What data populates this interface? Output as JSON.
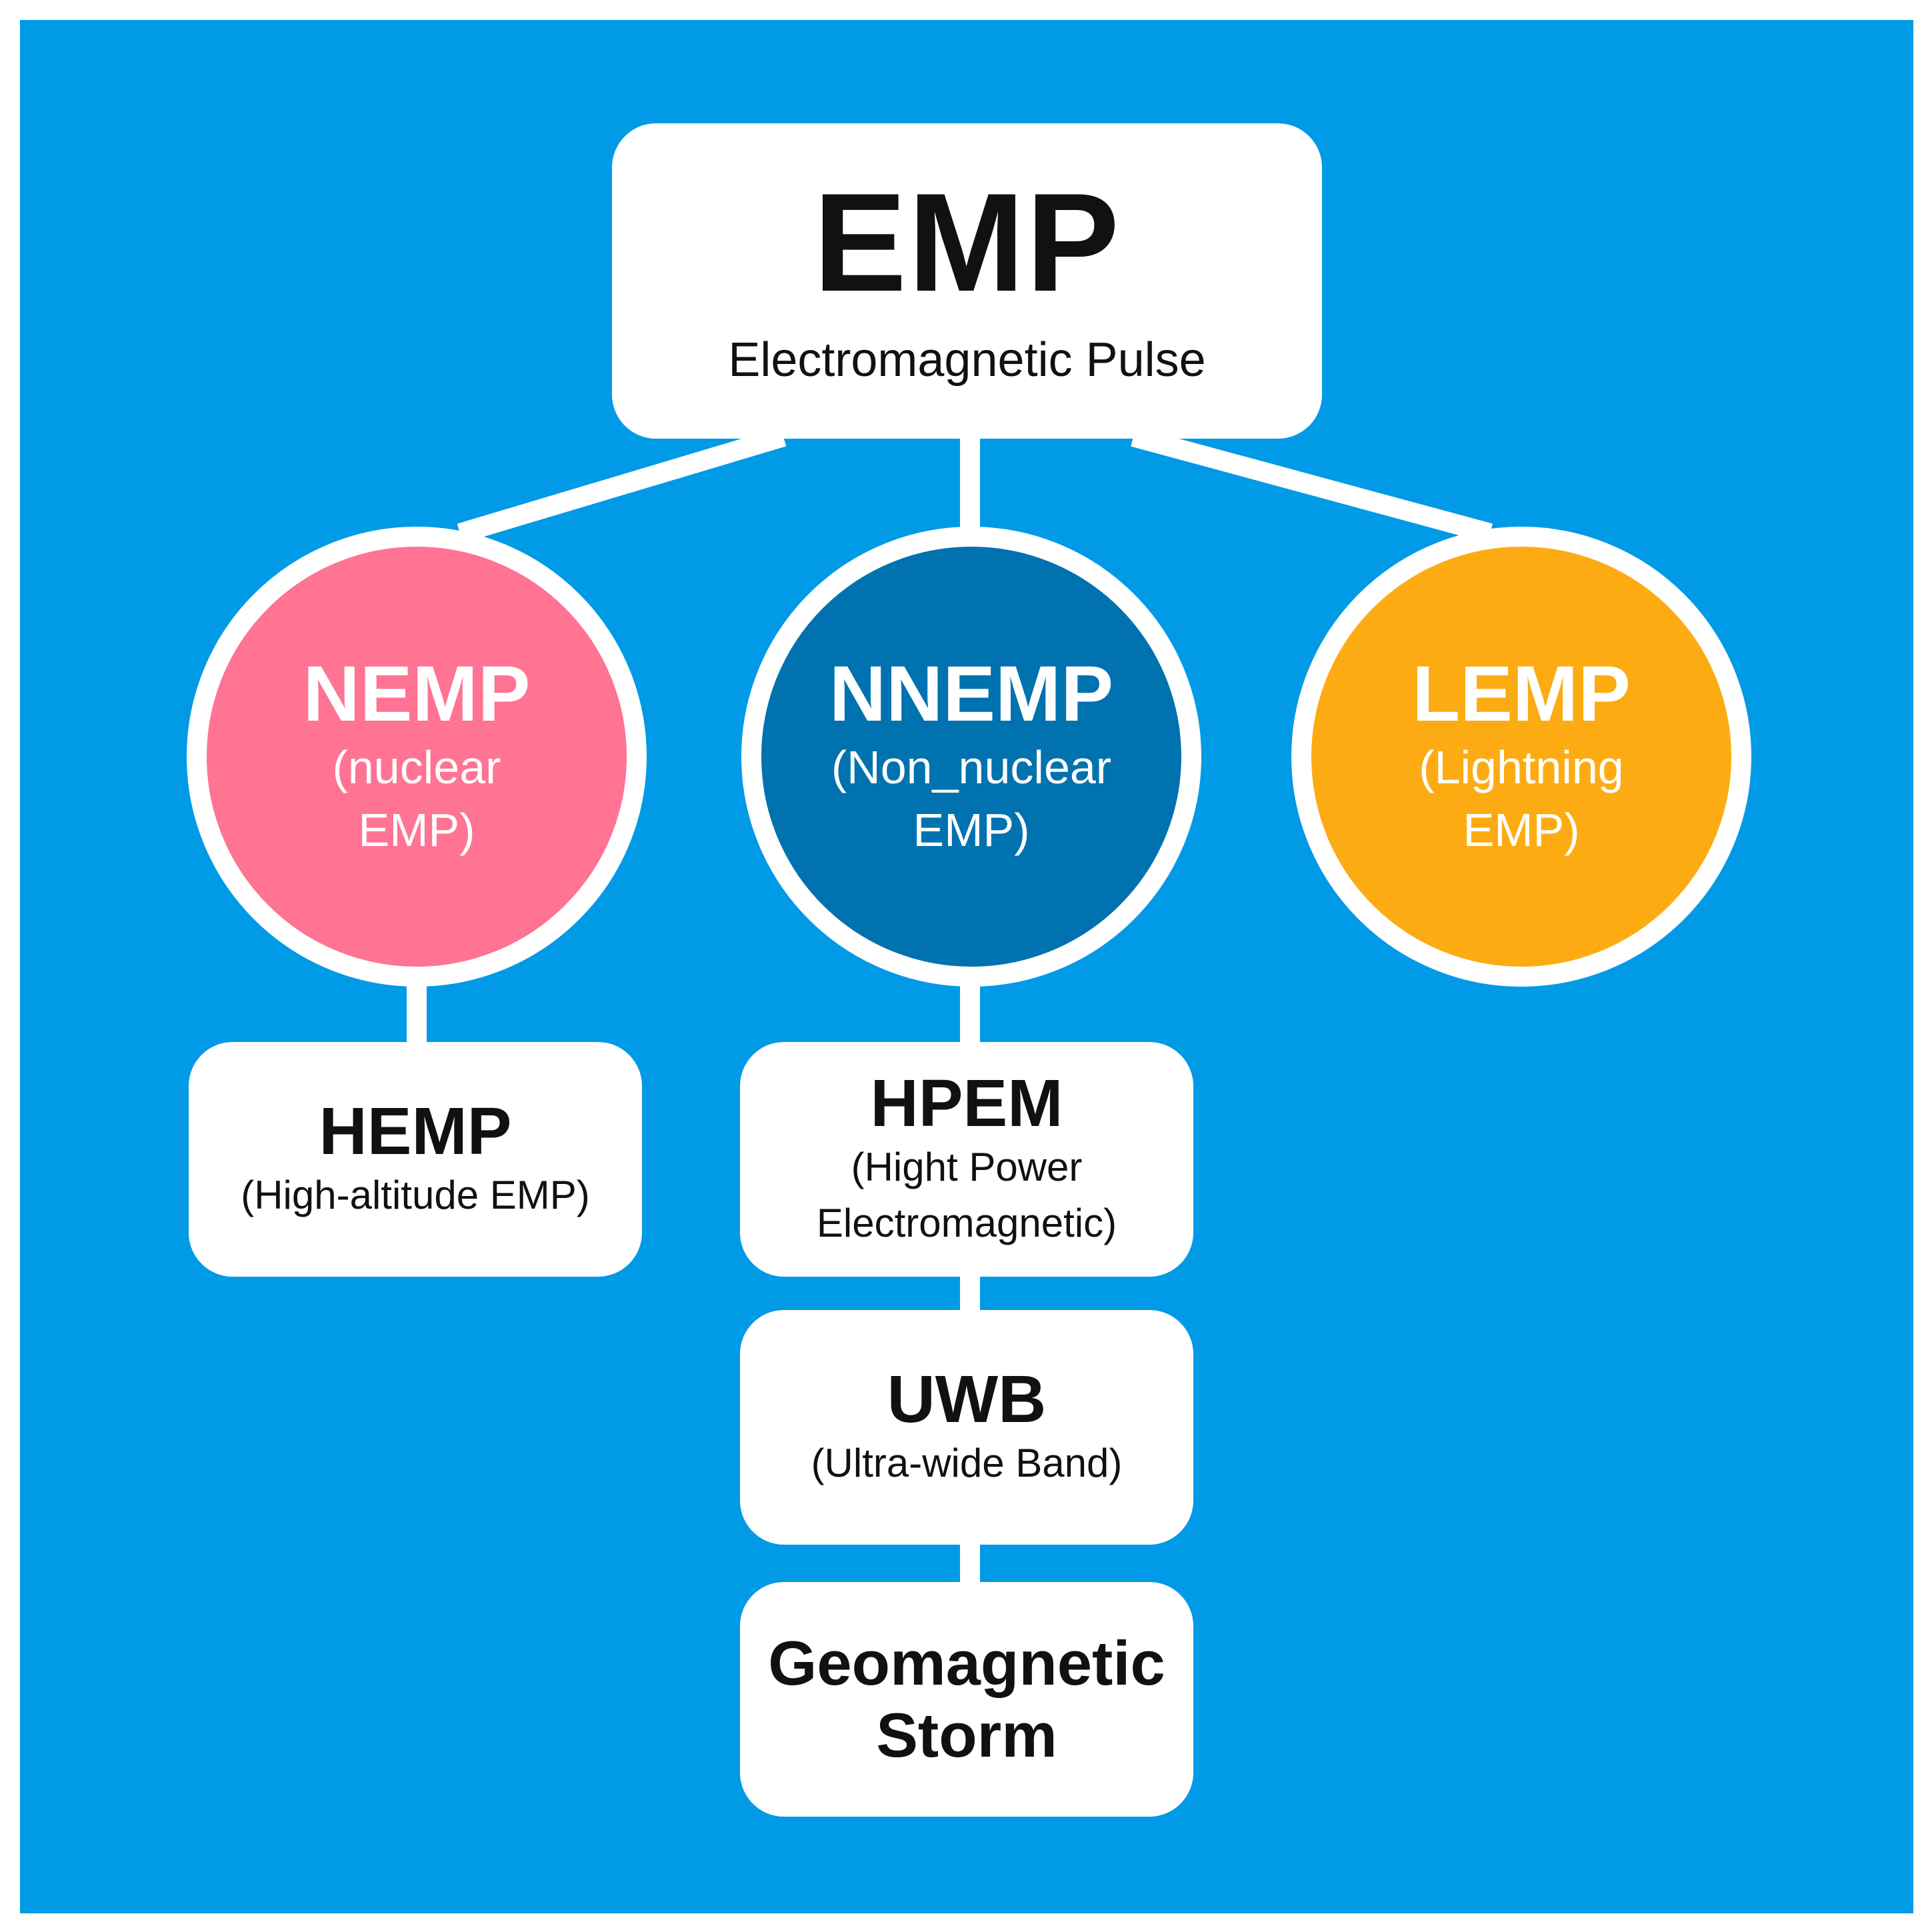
{
  "root": {
    "title": "EMP",
    "subtitle": "Electromagnetic Pulse"
  },
  "categories": [
    {
      "title": "NEMP",
      "subtitle": "(nuclear EMP)",
      "color": "#FF7393"
    },
    {
      "title": "NNEMP",
      "subtitle": "(Non_nuclear EMP)",
      "color": "#0072AF"
    },
    {
      "title": "LEMP",
      "subtitle": "(Lightning EMP)",
      "color": "#FCAC12"
    }
  ],
  "leaves": {
    "hemp": {
      "title": "HEMP",
      "subtitle": "(High-altitude EMP)"
    },
    "hpem": {
      "title": "HPEM",
      "subtitle": "(Hight Power Electromagnetic)"
    },
    "uwb": {
      "title": "UWB",
      "subtitle": "(Ultra-wide Band)"
    },
    "storm": {
      "title": "Geomagnetic Storm"
    }
  },
  "colors": {
    "background": "#019AE6",
    "box": "#FFFFFF",
    "connector": "#FFFFFF"
  }
}
